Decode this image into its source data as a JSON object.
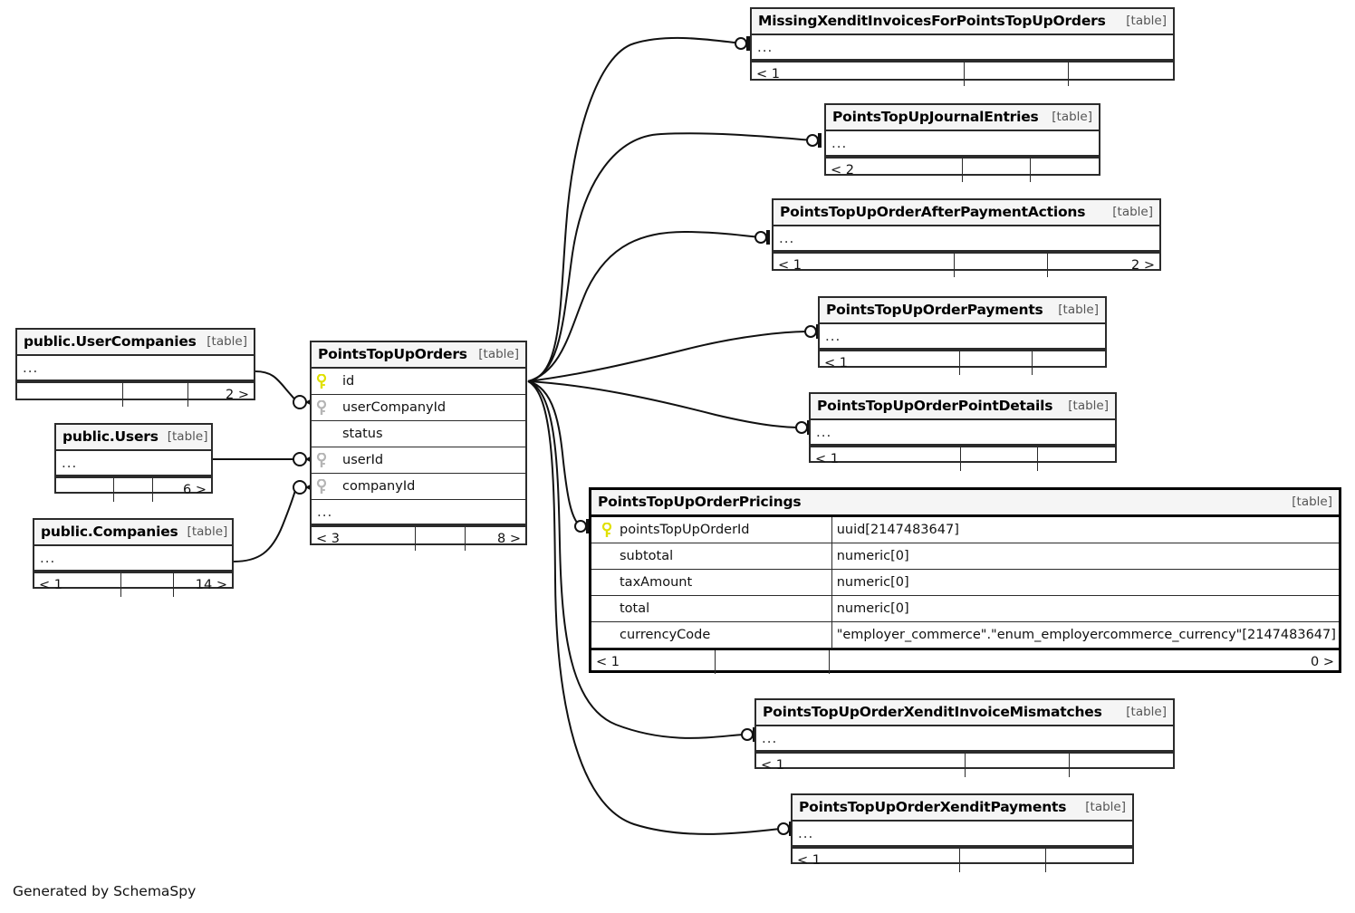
{
  "diagram": {
    "generator_note": "Generated by SchemaSpy",
    "table_tag": "[table]",
    "ellipsis": "...",
    "key_icon_primary": "key-icon-primary",
    "key_icon_foreign": "key-icon-foreign"
  },
  "tables": {
    "user_companies": {
      "name": "public.UserCompanies",
      "tag": "[table]",
      "ellipsis": "...",
      "footer": [
        "",
        "",
        "2 >"
      ]
    },
    "users": {
      "name": "public.Users",
      "tag": "[table]",
      "ellipsis": "...",
      "footer": [
        "",
        "",
        "6 >"
      ]
    },
    "companies": {
      "name": "public.Companies",
      "tag": "[table]",
      "ellipsis": "...",
      "footer": [
        "< 1",
        "",
        "14 >"
      ]
    },
    "points_topup_orders": {
      "name": "PointsTopUpOrders",
      "tag": "[table]",
      "ellipsis": "...",
      "columns": [
        {
          "name": "id",
          "key": "primary"
        },
        {
          "name": "userCompanyId",
          "key": "foreign"
        },
        {
          "name": "status",
          "key": "none"
        },
        {
          "name": "userId",
          "key": "foreign"
        },
        {
          "name": "companyId",
          "key": "foreign"
        }
      ],
      "footer": [
        "< 3",
        "",
        "8 >"
      ]
    },
    "missing_xendit_invoices": {
      "name": "MissingXenditInvoicesForPointsTopUpOrders",
      "tag": "[table]",
      "ellipsis": "...",
      "footer": [
        "< 1",
        "",
        ""
      ]
    },
    "journal_entries": {
      "name": "PointsTopUpJournalEntries",
      "tag": "[table]",
      "ellipsis": "...",
      "footer": [
        "< 2",
        "",
        ""
      ]
    },
    "after_payment_actions": {
      "name": "PointsTopUpOrderAfterPaymentActions",
      "tag": "[table]",
      "ellipsis": "...",
      "footer": [
        "< 1",
        "",
        "2 >"
      ]
    },
    "order_payments": {
      "name": "PointsTopUpOrderPayments",
      "tag": "[table]",
      "ellipsis": "...",
      "footer": [
        "< 1",
        "",
        ""
      ]
    },
    "order_point_details": {
      "name": "PointsTopUpOrderPointDetails",
      "tag": "[table]",
      "ellipsis": "...",
      "footer": [
        "< 1",
        "",
        ""
      ]
    },
    "order_pricings": {
      "name": "PointsTopUpOrderPricings",
      "tag": "[table]",
      "columns": [
        {
          "name": "pointsTopUpOrderId",
          "type": "uuid[2147483647]",
          "key": "primary"
        },
        {
          "name": "subtotal",
          "type": "numeric[0]",
          "key": "none"
        },
        {
          "name": "taxAmount",
          "type": "numeric[0]",
          "key": "none"
        },
        {
          "name": "total",
          "type": "numeric[0]",
          "key": "none"
        },
        {
          "name": "currencyCode",
          "type": "\"employer_commerce\".\"enum_employercommerce_currency\"[2147483647]",
          "key": "none"
        }
      ],
      "footer": [
        "< 1",
        "",
        "0 >"
      ]
    },
    "xendit_invoice_mismatches": {
      "name": "PointsTopUpOrderXenditInvoiceMismatches",
      "tag": "[table]",
      "ellipsis": "...",
      "footer": [
        "< 1",
        "",
        ""
      ]
    },
    "xendit_payments": {
      "name": "PointsTopUpOrderXenditPayments",
      "tag": "[table]",
      "ellipsis": "...",
      "footer": [
        "< 1",
        "",
        ""
      ]
    }
  },
  "colors": {
    "primary_key": "#e8e800",
    "foreign_key": "#b0b0b0",
    "border": "#2b2b2b",
    "header_bg": "#f5f5f5",
    "background": "#ffffff"
  }
}
